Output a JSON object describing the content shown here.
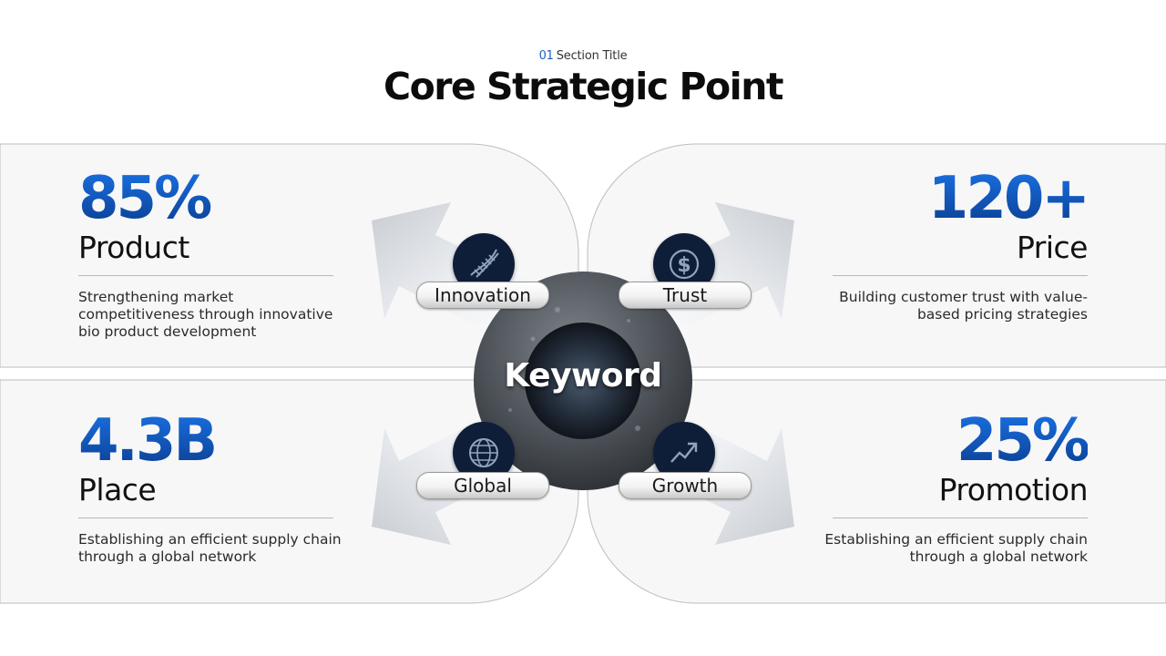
{
  "header": {
    "section_number": "01",
    "section_title": "Section Title",
    "title": "Core Strategic Point"
  },
  "center": {
    "keyword": "Keyword"
  },
  "quadrants": {
    "top_left": {
      "stat": "85%",
      "name": "Product",
      "description": "Strengthening market competitiveness through innovative bio product development",
      "pill_label": "Innovation",
      "icon": "dna-icon"
    },
    "top_right": {
      "stat": "120+",
      "name": "Price",
      "description": "Building customer trust with value-based pricing strategies",
      "pill_label": "Trust",
      "icon": "dollar-icon"
    },
    "bottom_left": {
      "stat": "4.3B",
      "name": "Place",
      "description": "Establishing an efficient supply chain through a global network",
      "pill_label": "Global",
      "icon": "globe-icon"
    },
    "bottom_right": {
      "stat": "25%",
      "name": "Promotion",
      "description": "Establishing an efficient supply chain through a global network",
      "pill_label": "Growth",
      "icon": "trend-up-icon"
    }
  },
  "colors": {
    "accent": "#0d4fb0",
    "icon_circle": "#0f1e38",
    "panel_bg": "#f7f7f7"
  }
}
